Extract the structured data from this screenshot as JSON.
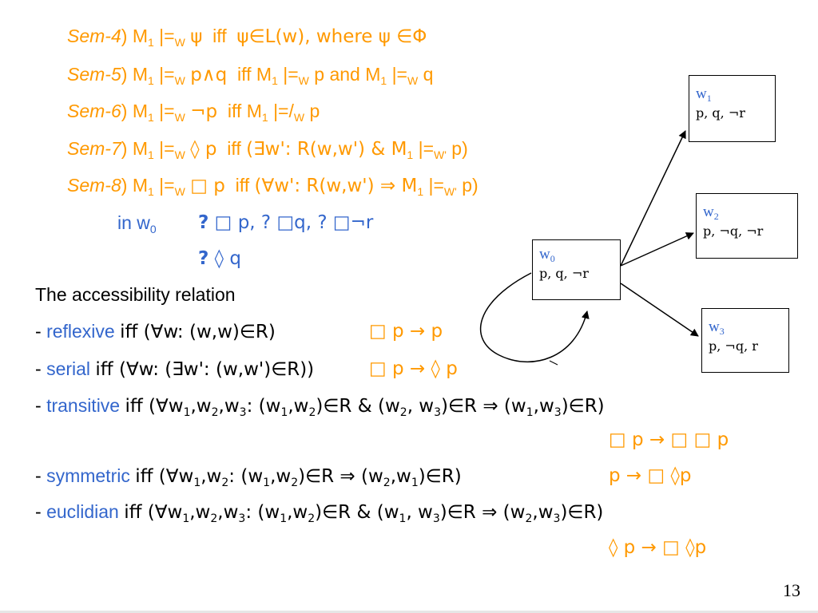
{
  "sem4": {
    "label": "Sem-4",
    "close": ")",
    "m": "M",
    "m_sub": "1",
    "rel": "|=",
    "rel_sub": "W",
    "psi": "ψ",
    "iff": "iff",
    "cond": "ψ∈L(w), where ψ ∈Φ"
  },
  "sem5": {
    "label": "Sem-5",
    "close": ")",
    "m": "M",
    "m_sub": "1",
    "rel": "|=",
    "rel_sub": "W",
    "formula": "p∧q",
    "iff": "iff",
    "m2": "M",
    "m2_sub": "1",
    "rel2": "|=",
    "rel2_sub": "W",
    "p": "p",
    "and": "and",
    "m3": "M",
    "m3_sub": "1",
    "rel3": "|=",
    "rel3_sub": "W",
    "q": "q"
  },
  "sem6": {
    "label": "Sem-6",
    "close": ")",
    "m": "M",
    "m_sub": "1",
    "rel": "|=",
    "rel_sub": "W",
    "formula": "¬p",
    "iff": "iff",
    "m2": "M",
    "m2_sub": "1",
    "rel2": "|=/",
    "rel2_sub": "W",
    "p": "p"
  },
  "sem7": {
    "label": "Sem-7",
    "close": ")",
    "m": "M",
    "m_sub": "1",
    "rel": "|=",
    "rel_sub": "W",
    "formula": "◊ p",
    "iff": "iff",
    "cond": "(∃w':  R(w,w') & M",
    "m2_sub": "1",
    "rel2": "|=",
    "rel2_sub": "W'",
    "end": "p)"
  },
  "sem8": {
    "label": "Sem-8",
    "close": ")",
    "m": "M",
    "m_sub": "1",
    "rel": "|=",
    "rel_sub": "W",
    "formula": "□ p",
    "iff": "iff",
    "cond": "(∀w':  R(w,w') ⇒ M",
    "m2_sub": "1",
    "rel2": "|=",
    "rel2_sub": "W'",
    "end": "p)"
  },
  "in_w0": {
    "text": "in w",
    "sub": "0",
    "q1": "?",
    "rest": "□ p, ? □q, ? □¬r"
  },
  "diamond_q": {
    "q": "?",
    "rest": "◊ q"
  },
  "access_title": "The accessibility relation",
  "reflexive": {
    "dash": "-",
    "name": "reflexive",
    "def": "iff (∀w: (w,w)∈R)",
    "axiom": "□ p →  p"
  },
  "serial": {
    "dash": "-",
    "name": "serial",
    "def": "iff (∀w: (∃w': (w,w')∈R))",
    "axiom": "□ p → ◊ p"
  },
  "transitive": {
    "dash": "-",
    "name": "transitive",
    "def_a": "iff (∀w",
    "s1": "1",
    "c1": ",w",
    "s2": "2",
    "c2": ",w",
    "s3": "3",
    "c3": ": (w",
    "s4": "1",
    "c4": ",w",
    "s5": "2",
    "c5": ")∈R & (w",
    "s6": "2",
    "c6": ", w",
    "s7": "3",
    "c7": ")∈R ⇒ (w",
    "s8": "1",
    "c8": ",w",
    "s9": "3",
    "c9": ")∈R)",
    "axiom": "□ p → □ □ p"
  },
  "symmetric": {
    "dash": "-",
    "name": "symmetric",
    "def_a": "iff (∀w",
    "s1": "1",
    "c1": ",w",
    "s2": "2",
    "c2": ": (w",
    "s3": "1",
    "c3": ",w",
    "s4": "2",
    "c4": ")∈R ⇒ (w",
    "s5": "2",
    "c5": ",w",
    "s6": "1",
    "c6": ")∈R)",
    "axiom": "p → □ ◊p"
  },
  "euclidian": {
    "dash": "-",
    "name": "euclidian",
    "def_a": "iff (∀w",
    "s1": "1",
    "c1": ",w",
    "s2": "2",
    "c2": ",w",
    "s3": "3",
    "c3": ": (w",
    "s4": "1",
    "c4": ",w",
    "s5": "2",
    "c5": ")∈R & (w",
    "s6": "1",
    "c6": ", w",
    "s7": "3",
    "c7": ")∈R ⇒ (w",
    "s8": "2",
    "c8": ",w",
    "s9": "3",
    "c9": ")∈R)",
    "axiom": "◊ p → □ ◊p"
  },
  "worlds": {
    "w0": {
      "name": "w",
      "sub": "0",
      "props": "p, q, ¬r"
    },
    "w1": {
      "name": "w",
      "sub": "1",
      "props": "p, q, ¬r"
    },
    "w2": {
      "name": "w",
      "sub": "2",
      "props": "p, ¬q, ¬r"
    },
    "w3": {
      "name": "w",
      "sub": "3",
      "props": "p, ¬q, r"
    }
  },
  "page_number": "13",
  "colors": {
    "accent_orange": "#ff9900",
    "accent_blue": "#3366cc",
    "text": "#000000"
  }
}
